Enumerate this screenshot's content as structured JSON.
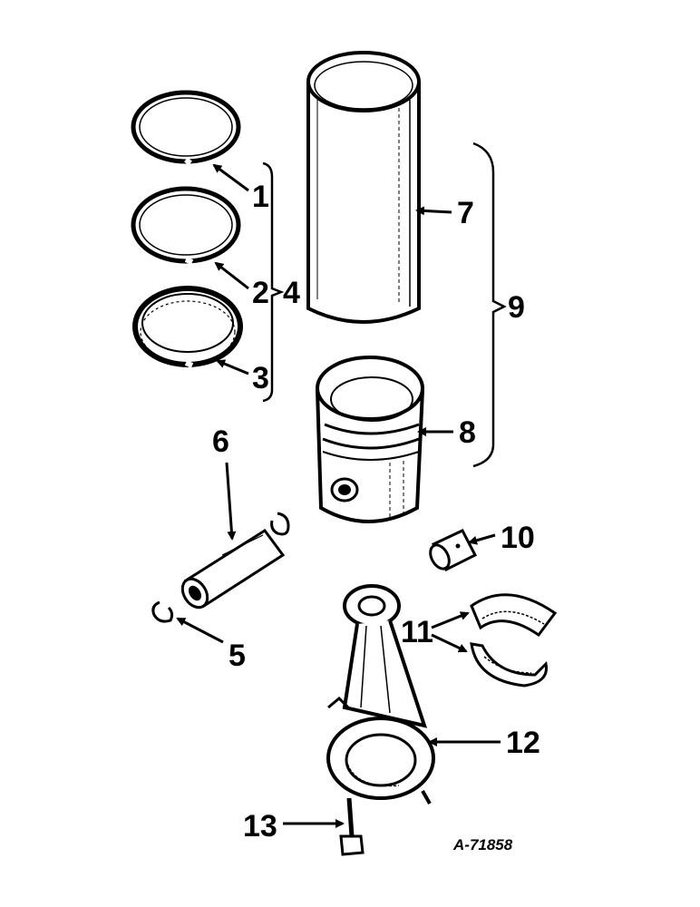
{
  "callouts": {
    "c1": "1",
    "c2": "2",
    "c3": "3",
    "c4": "4",
    "c5": "5",
    "c6": "6",
    "c7": "7",
    "c8": "8",
    "c9": "9",
    "c10": "10",
    "c11": "11",
    "c12": "12",
    "c13": "13"
  },
  "reference_code": "A-71858",
  "colors": {
    "ink": "#000000",
    "paper": "#ffffff"
  }
}
